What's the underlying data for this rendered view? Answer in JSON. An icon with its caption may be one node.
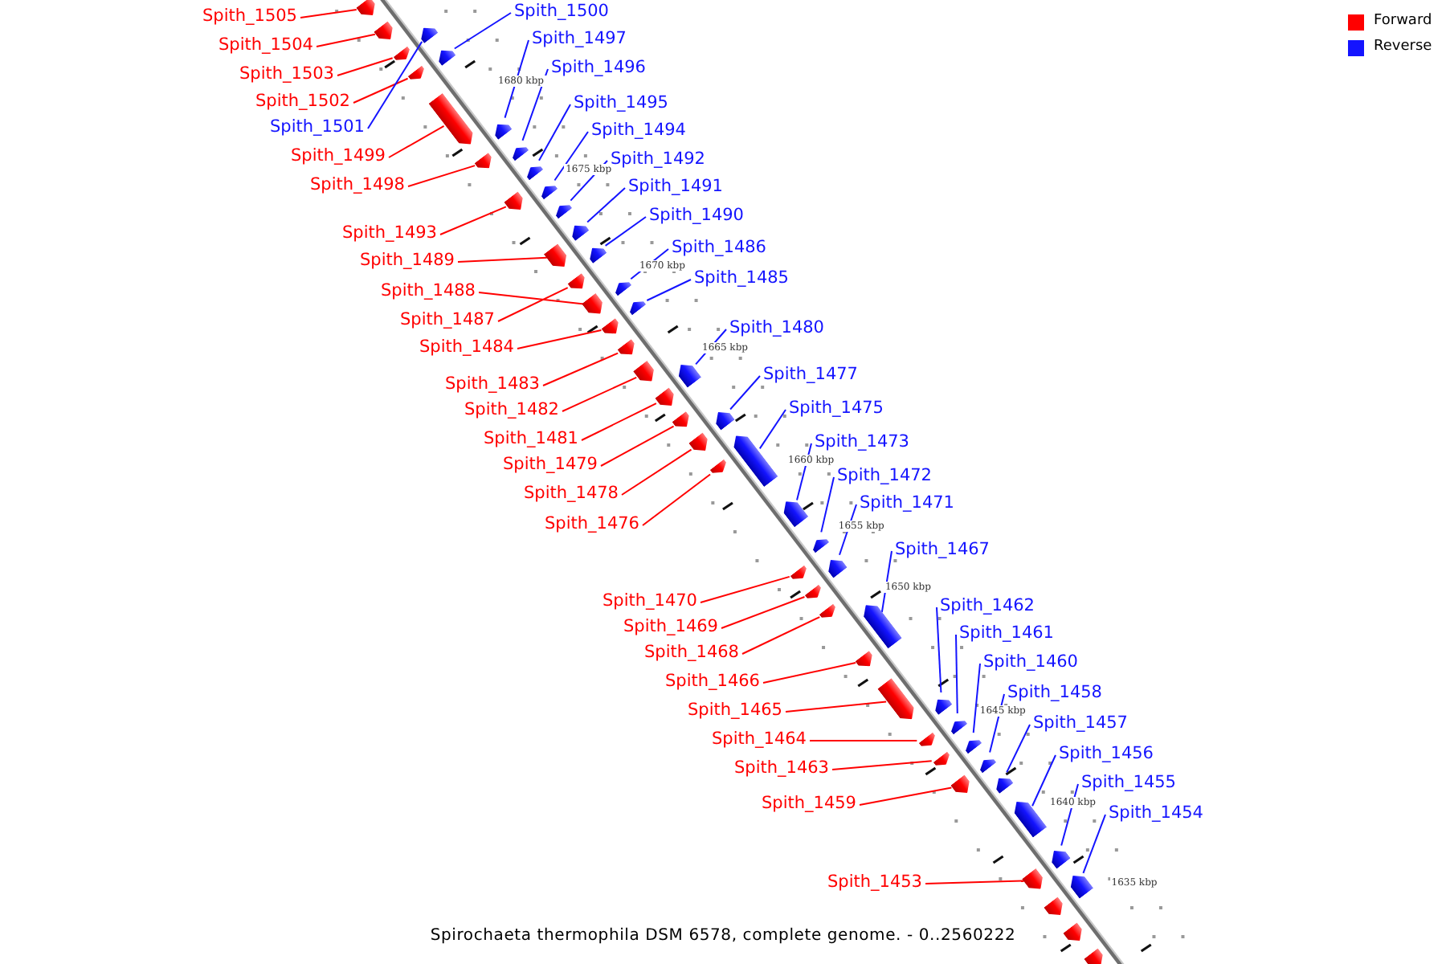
{
  "diagram": {
    "caption": "Spirochaeta thermophila DSM 6578, complete genome. - 0..2560222",
    "nodes": [
      {
        "text": [
          "Spith_1500"
        ]
      },
      {
        "text": [],
        "shape": "arrow"
      },
      {
        "text": [
          "Spith_1505"
        ]
      },
      {
        "text": [],
        "shape": "arrow"
      },
      {
        "text": [
          "Spith_1497"
        ]
      },
      {
        "text": [],
        "shape": "arrow"
      },
      {
        "text": [
          "Spith_1504"
        ]
      },
      {
        "text": [],
        "shape": "arrow"
      },
      {
        "text": [
          "Spith_1496"
        ]
      },
      {
        "text": [],
        "shape": "arrow"
      },
      {
        "text": [
          "Spith_1503"
        ]
      },
      {
        "text": [],
        "shape": "arrow"
      },
      {
        "text": [
          "Spith_1502"
        ]
      },
      {
        "text": [],
        "shape": "arrow"
      },
      {
        "text": [
          "Spith_1495"
        ]
      },
      {
        "text": [],
        "shape": "arrow"
      },
      {
        "text": [
          "Spith_1501"
        ]
      },
      {
        "text": [],
        "shape": "arrow"
      },
      {
        "text": [
          "Spith_1494"
        ]
      },
      {
        "text": [],
        "shape": "arrow"
      },
      {
        "text": [
          "Spith_1499"
        ]
      },
      {
        "text": [],
        "shape": "arrow"
      },
      {
        "text": [
          "Spith_1492"
        ]
      },
      {
        "text": [],
        "shape": "arrow"
      },
      {
        "text": [
          "Spith_1498"
        ]
      },
      {
        "text": [],
        "shape": "arrow"
      },
      {
        "text": [
          "Spith_1491"
        ]
      },
      {
        "text": [],
        "shape": "arrow"
      },
      {
        "text": [
          "Spith_1490"
        ]
      },
      {
        "text": [],
        "shape": "arrow"
      },
      {
        "text": [
          "Spith_1493"
        ]
      },
      {
        "text": [],
        "shape": "arrow"
      },
      {
        "text": [
          "Spith_1486"
        ]
      },
      {
        "text": [],
        "shape": "arrow"
      },
      {
        "text": [
          "Spith_1489"
        ]
      },
      {
        "text": [],
        "shape": "arrow"
      },
      {
        "text": [
          "Spith_1485"
        ]
      },
      {
        "text": [],
        "shape": "arrow"
      },
      {
        "text": [
          "Spith_1488"
        ]
      },
      {
        "text": [],
        "shape": "arrow"
      },
      {
        "text": [
          "Spith_1487"
        ]
      },
      {
        "text": [],
        "shape": "arrow"
      },
      {
        "text": [
          "Spith_1480"
        ]
      },
      {
        "text": [],
        "shape": "arrow"
      },
      {
        "text": [
          "Spith_1484"
        ]
      },
      {
        "text": [],
        "shape": "arrow"
      },
      {
        "text": [
          "Spith_1477"
        ]
      },
      {
        "text": [],
        "shape": "arrow"
      },
      {
        "text": [
          "Spith_1483"
        ]
      },
      {
        "text": [],
        "shape": "arrow"
      },
      {
        "text": [
          "Spith_1475"
        ]
      },
      {
        "text": [],
        "shape": "arrow"
      },
      {
        "text": [
          "Spith_1482"
        ]
      },
      {
        "text": [],
        "shape": "arrow"
      },
      {
        "text": [
          "Spith_1481"
        ]
      },
      {
        "text": [],
        "shape": "arrow"
      },
      {
        "text": [
          "Spith_1473"
        ]
      },
      {
        "text": [],
        "shape": "arrow"
      },
      {
        "text": [
          "Spith_1479"
        ]
      },
      {
        "text": [],
        "shape": "arrow"
      },
      {
        "text": [
          "Spith_1472"
        ]
      },
      {
        "text": [],
        "shape": "arrow"
      },
      {
        "text": [
          "Spith_1478"
        ]
      },
      {
        "text": [],
        "shape": "arrow"
      },
      {
        "text": [
          "Spith_1471"
        ]
      },
      {
        "text": [],
        "shape": "arrow"
      },
      {
        "text": [
          "Spith_1476"
        ]
      },
      {
        "text": [],
        "shape": "arrow"
      },
      {
        "text": [
          "Spith_1467"
        ]
      },
      {
        "text": [],
        "shape": "arrow"
      },
      {
        "text": [
          "Spith_1470"
        ]
      },
      {
        "text": [],
        "shape": "arrow"
      },
      {
        "text": [
          "Spith_1462"
        ]
      },
      {
        "text": [],
        "shape": "arrow"
      },
      {
        "text": [
          "Spith_1469"
        ]
      },
      {
        "text": [],
        "shape": "arrow"
      },
      {
        "text": [
          "Spith_1461"
        ]
      },
      {
        "text": [],
        "shape": "arrow"
      },
      {
        "text": [
          "Spith_1468"
        ]
      },
      {
        "text": [],
        "shape": "arrow"
      },
      {
        "text": [
          "Spith_1460"
        ]
      },
      {
        "text": [],
        "shape": "arrow"
      },
      {
        "text": [
          "Spith_1466"
        ]
      },
      {
        "text": [],
        "shape": "arrow"
      },
      {
        "text": [
          "Spith_1458"
        ]
      },
      {
        "text": [],
        "shape": "arrow"
      },
      {
        "text": [
          "Spith_1465"
        ]
      },
      {
        "text": [],
        "shape": "arrow"
      },
      {
        "text": [
          "Spith_1457"
        ]
      },
      {
        "text": [],
        "shape": "arrow"
      },
      {
        "text": [
          "Spith_1464"
        ]
      },
      {
        "text": [],
        "shape": "arrow"
      },
      {
        "text": [
          "Spith_1456"
        ]
      },
      {
        "text": [],
        "shape": "arrow"
      },
      {
        "text": [
          "Spith_1463"
        ]
      },
      {
        "text": [],
        "shape": "arrow"
      },
      {
        "text": [
          "Spith_1455"
        ]
      },
      {
        "text": [],
        "shape": "arrow"
      },
      {
        "text": [
          "Spith_1459"
        ]
      },
      {
        "text": [],
        "shape": "arrow"
      },
      {
        "text": [
          "Spith_1454"
        ]
      },
      {
        "text": [],
        "shape": "arrow"
      },
      {
        "text": [
          "Spith_1453"
        ]
      },
      {
        "text": [],
        "shape": "arrow"
      },
      {
        "text": [],
        "shape": "arrow"
      },
      {
        "text": [],
        "shape": "arrow"
      },
      {
        "text": [],
        "shape": "arrow"
      }
    ],
    "edges": [
      {
        "from": 0,
        "to": 1,
        "arrow": "none",
        "color": "#1414ff"
      },
      {
        "from": 2,
        "to": 3,
        "arrow": "none",
        "color": "#ff0000"
      },
      {
        "from": 4,
        "to": 5,
        "arrow": "none",
        "color": "#1414ff"
      },
      {
        "from": 6,
        "to": 7,
        "arrow": "none",
        "color": "#ff0000"
      },
      {
        "from": 8,
        "to": 9,
        "arrow": "none",
        "color": "#1414ff"
      },
      {
        "from": 10,
        "to": 11,
        "arrow": "none",
        "color": "#ff0000"
      },
      {
        "from": 12,
        "to": 13,
        "arrow": "none",
        "color": "#ff0000"
      },
      {
        "from": 14,
        "to": 15,
        "arrow": "none",
        "color": "#1414ff"
      },
      {
        "from": 16,
        "to": 17,
        "arrow": "none",
        "color": "#1414ff"
      },
      {
        "from": 18,
        "to": 19,
        "arrow": "none",
        "color": "#1414ff"
      },
      {
        "from": 20,
        "to": 21,
        "arrow": "none",
        "color": "#ff0000"
      },
      {
        "from": 22,
        "to": 23,
        "arrow": "none",
        "color": "#1414ff"
      },
      {
        "from": 24,
        "to": 25,
        "arrow": "none",
        "color": "#ff0000"
      },
      {
        "from": 26,
        "to": 27,
        "arrow": "none",
        "color": "#1414ff"
      },
      {
        "from": 28,
        "to": 29,
        "arrow": "none",
        "color": "#1414ff"
      },
      {
        "from": 30,
        "to": 31,
        "arrow": "none",
        "color": "#ff0000"
      },
      {
        "from": 32,
        "to": 33,
        "arrow": "none",
        "color": "#1414ff"
      },
      {
        "from": 34,
        "to": 35,
        "arrow": "none",
        "color": "#ff0000"
      },
      {
        "from": 36,
        "to": 37,
        "arrow": "none",
        "color": "#1414ff"
      },
      {
        "from": 38,
        "to": 39,
        "arrow": "none",
        "color": "#ff0000"
      },
      {
        "from": 40,
        "to": 41,
        "arrow": "none",
        "color": "#ff0000"
      },
      {
        "from": 42,
        "to": 43,
        "arrow": "none",
        "color": "#1414ff"
      },
      {
        "from": 44,
        "to": 45,
        "arrow": "none",
        "color": "#ff0000"
      },
      {
        "from": 46,
        "to": 47,
        "arrow": "none",
        "color": "#1414ff"
      },
      {
        "from": 48,
        "to": 49,
        "arrow": "none",
        "color": "#ff0000"
      },
      {
        "from": 50,
        "to": 51,
        "arrow": "none",
        "color": "#1414ff"
      },
      {
        "from": 52,
        "to": 53,
        "arrow": "none",
        "color": "#ff0000"
      },
      {
        "from": 54,
        "to": 55,
        "arrow": "none",
        "color": "#ff0000"
      },
      {
        "from": 56,
        "to": 57,
        "arrow": "none",
        "color": "#1414ff"
      },
      {
        "from": 58,
        "to": 59,
        "arrow": "none",
        "color": "#ff0000"
      },
      {
        "from": 60,
        "to": 61,
        "arrow": "none",
        "color": "#1414ff"
      },
      {
        "from": 62,
        "to": 63,
        "arrow": "none",
        "color": "#ff0000"
      },
      {
        "from": 64,
        "to": 65,
        "arrow": "none",
        "color": "#1414ff"
      },
      {
        "from": 66,
        "to": 67,
        "arrow": "none",
        "color": "#ff0000"
      },
      {
        "from": 68,
        "to": 69,
        "arrow": "none",
        "color": "#1414ff"
      },
      {
        "from": 70,
        "to": 71,
        "arrow": "none",
        "color": "#ff0000"
      },
      {
        "from": 72,
        "to": 73,
        "arrow": "none",
        "color": "#1414ff"
      },
      {
        "from": 74,
        "to": 75,
        "arrow": "none",
        "color": "#ff0000"
      },
      {
        "from": 76,
        "to": 77,
        "arrow": "none",
        "color": "#1414ff"
      },
      {
        "from": 78,
        "to": 79,
        "arrow": "none",
        "color": "#ff0000"
      },
      {
        "from": 80,
        "to": 81,
        "arrow": "none",
        "color": "#1414ff"
      },
      {
        "from": 82,
        "to": 83,
        "arrow": "none",
        "color": "#ff0000"
      },
      {
        "from": 84,
        "to": 85,
        "arrow": "none",
        "color": "#1414ff"
      },
      {
        "from": 86,
        "to": 87,
        "arrow": "none",
        "color": "#ff0000"
      },
      {
        "from": 88,
        "to": 89,
        "arrow": "none",
        "color": "#1414ff"
      },
      {
        "from": 90,
        "to": 91,
        "arrow": "none",
        "color": "#ff0000"
      },
      {
        "from": 92,
        "to": 93,
        "arrow": "none",
        "color": "#1414ff"
      },
      {
        "from": 94,
        "to": 95,
        "arrow": "none",
        "color": "#ff0000"
      },
      {
        "from": 96,
        "to": 97,
        "arrow": "none",
        "color": "#1414ff"
      },
      {
        "from": 98,
        "to": 99,
        "arrow": "none",
        "color": "#ff0000"
      },
      {
        "from": 100,
        "to": 101,
        "arrow": "none",
        "color": "#1414ff"
      },
      {
        "from": 102,
        "to": 103,
        "arrow": "none",
        "color": "#ff0000"
      }
    ],
    "labels": [
      "1680 kbp",
      "1675 kbp",
      "1670 kbp",
      "1665 kbp",
      "1660 kbp",
      "1655 kbp",
      "1650 kbp",
      "1645 kbp",
      "1640 kbp",
      "1635 kbp"
    ],
    "legend": [
      {
        "text": "Forward",
        "color": "#ff0000"
      },
      {
        "text": "Reverse",
        "color": "#1414ff"
      }
    ]
  }
}
